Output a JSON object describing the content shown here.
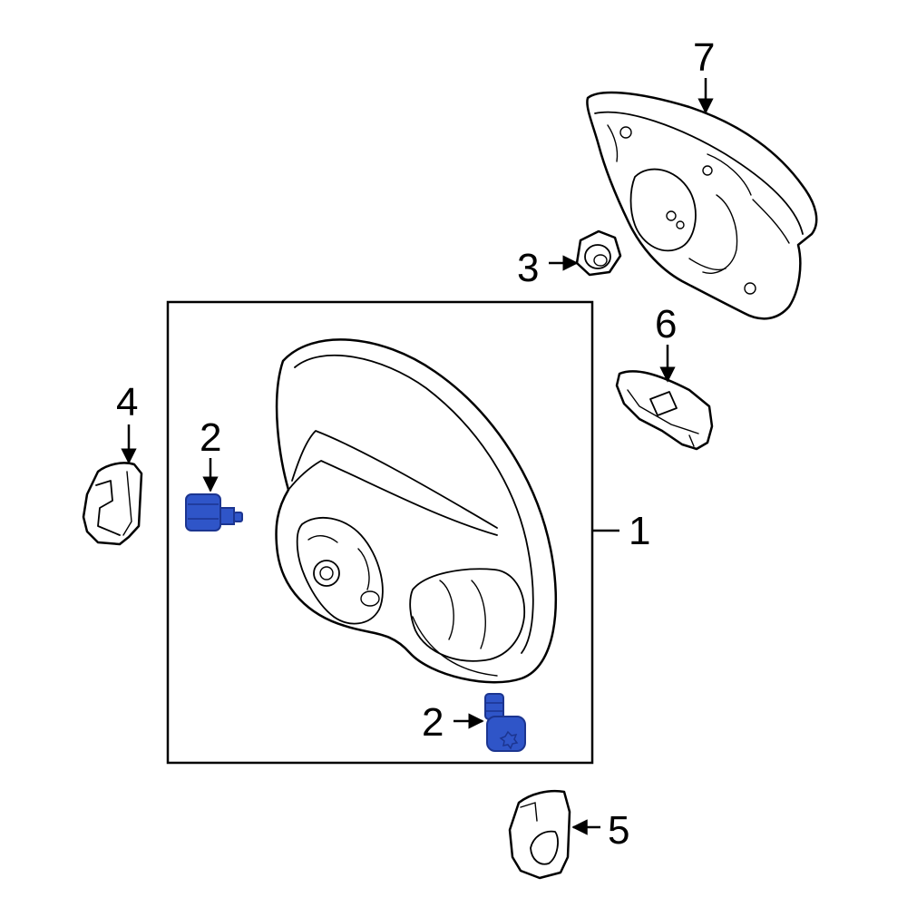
{
  "callouts": [
    {
      "id": "1",
      "label": "1"
    },
    {
      "id": "2a",
      "label": "2"
    },
    {
      "id": "2b",
      "label": "2"
    },
    {
      "id": "3",
      "label": "3"
    },
    {
      "id": "4",
      "label": "4"
    },
    {
      "id": "5",
      "label": "5"
    },
    {
      "id": "6",
      "label": "6"
    },
    {
      "id": "7",
      "label": "7"
    }
  ],
  "colors": {
    "highlight": "#2f55c8",
    "highlight_dark": "#1c3590",
    "line": "#000000",
    "background": "#ffffff"
  }
}
